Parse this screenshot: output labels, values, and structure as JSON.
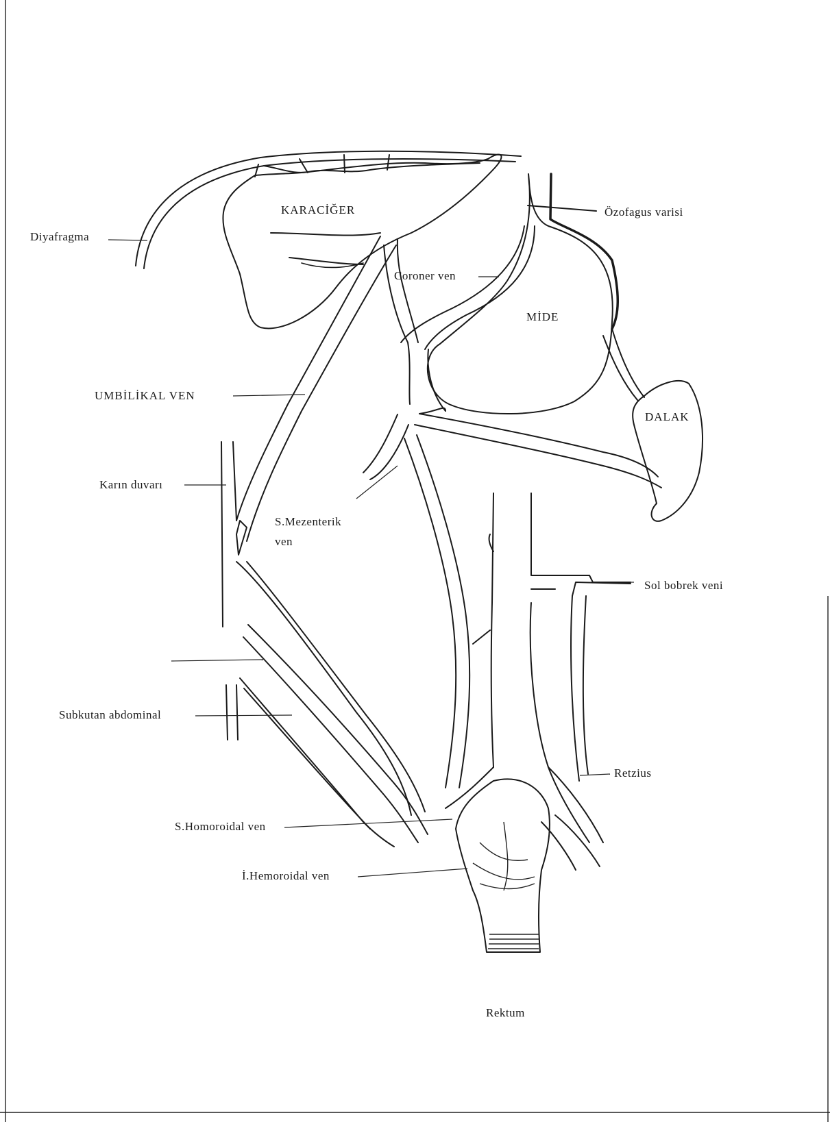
{
  "labels": {
    "karaciger": "KARACİĞER",
    "ozofagus": "Özofagus varisi",
    "diyafragma": "Diyafragma",
    "coroner": "Coroner ven",
    "mide": "MİDE",
    "umbilikal": "UMBİLİKAL VEN",
    "dalak": "DALAK",
    "karin_duvari": "Karın duvarı",
    "s_mezenterik_1": "S.Mezenterik",
    "s_mezenterik_2": "ven",
    "sol_bobrek": "Sol bobrek veni",
    "subkutan": "Subkutan abdominal",
    "retzius": "Retzius",
    "s_homoroidal": "S.Homoroidal ven",
    "i_hemoroidal": "İ.Hemoroidal ven",
    "rektum": "Rektum"
  }
}
